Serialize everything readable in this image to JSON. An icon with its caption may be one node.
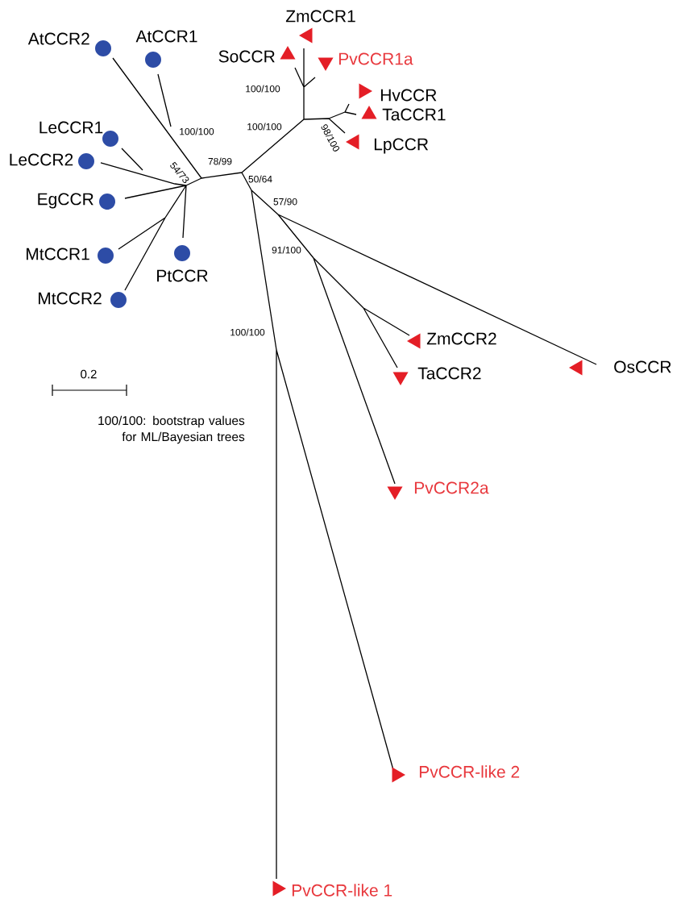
{
  "diagram": {
    "labels": [
      "ZmCCR1",
      "AtCCR2",
      "AtCCR1",
      "SoCCR",
      "PvCCR1a",
      "HvCCR",
      "100/100",
      "TaCCR1",
      "LeCCR1",
      "100/100",
      "100/100",
      "LpCCR",
      "98/100",
      "LeCCR2",
      "54/73",
      "78/99",
      "50/64",
      "EgCCR",
      "57/90",
      "MtCCR1",
      "PtCCR",
      "91/100",
      "MtCCR2",
      "100/100",
      "ZmCCR2",
      "OsCCR",
      "TaCCR2",
      "0.2",
      "100/100: bootstrap values for ML/Bayesian trees",
      "PvCCR2a",
      "PvCCR-like 2",
      "PvCCR-like 1"
    ]
  }
}
